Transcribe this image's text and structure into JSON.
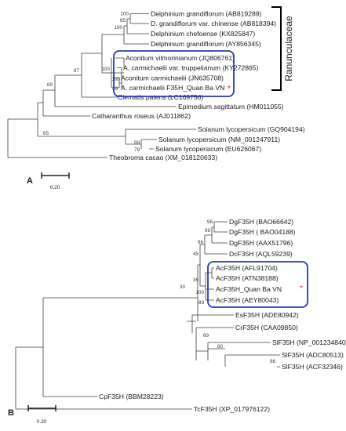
{
  "panel_a": {
    "letter": "A",
    "scale_label": "0.20",
    "group_label": "Ranunculaceae",
    "taxa": [
      {
        "key": "dg1",
        "label": "Delphinium grandiflorum (AB819289)"
      },
      {
        "key": "dgc",
        "label": "D. grandiflorum var. chinense (AB818394)"
      },
      {
        "key": "dch",
        "label": "Delphinium chefoense (KX825847)"
      },
      {
        "key": "dg2",
        "label": "Delphinium grandiflorum (AY856345)"
      },
      {
        "key": "avi",
        "label": "Aconitum vilmorinianum (JQ806761)"
      },
      {
        "key": "act",
        "label": "A. carmichaelii var. truppelianum (KY272865)"
      },
      {
        "key": "aca",
        "label": "Aconitum carmichaelii (JN635708)"
      },
      {
        "key": "aqb",
        "label": "A. carmichaelii F35H_Quan Ba VN",
        "marked": true
      },
      {
        "key": "cle",
        "label": "Clematis patens (LC169756)"
      },
      {
        "key": "epi",
        "label": "Epimedium sagittatum (HM011055)"
      },
      {
        "key": "cat",
        "label": "Catharanthus roseus (AJ011862)"
      },
      {
        "key": "sl1",
        "label": "Solanum lycopersicum (GQ904194)"
      },
      {
        "key": "sl2",
        "label": "Solanum lycopersicum (NM_001247911)"
      },
      {
        "key": "sl3",
        "label": "Solanum lycopersicum (EU626067)"
      },
      {
        "key": "the",
        "label": "Theobroma cacao (XM_018120633)"
      }
    ],
    "bootstraps": [
      {
        "key": "b1",
        "value": "100"
      },
      {
        "key": "b2",
        "value": "95"
      },
      {
        "key": "b3",
        "value": "100"
      },
      {
        "key": "b4",
        "value": "100"
      },
      {
        "key": "b5",
        "value": "100"
      },
      {
        "key": "b6",
        "value": "99"
      },
      {
        "key": "b7",
        "value": "97"
      },
      {
        "key": "b8",
        "value": "69"
      },
      {
        "key": "b9",
        "value": "65"
      },
      {
        "key": "b10",
        "value": "99"
      },
      {
        "key": "b11",
        "value": "79"
      }
    ]
  },
  "panel_b": {
    "letter": "B",
    "scale_label": "0.20",
    "taxa": [
      {
        "key": "dg1",
        "label": "DgF35H (BAO66642)"
      },
      {
        "key": "dg2",
        "label": "DgF35H ( BAO04188)"
      },
      {
        "key": "dg3",
        "label": "DgF35H (AAX51796)"
      },
      {
        "key": "dc",
        "label": "DcF35H (AQL59239)"
      },
      {
        "key": "ac1",
        "label": "AcF35H (AFL91704)"
      },
      {
        "key": "ac2",
        "label": "AcF35H (ATN38188)"
      },
      {
        "key": "acq",
        "label": "AcF35H_Quan Ba VN",
        "marked": true
      },
      {
        "key": "ac3",
        "label": "AcF35H (AEY80043)"
      },
      {
        "key": "es",
        "label": "EsF35H (ADE80942)"
      },
      {
        "key": "cr",
        "label": "CrF35H (CAA09850)"
      },
      {
        "key": "sl1",
        "label": "SlF35H (NP_001234840)"
      },
      {
        "key": "sl2",
        "label": "SlF35H (ADC80513)"
      },
      {
        "key": "sl3",
        "label": "SlF35H (ACF32346)"
      },
      {
        "key": "cp",
        "label": "CpF35H (BBM28223)"
      },
      {
        "key": "tc",
        "label": "TcF35H (XP_017976122)"
      }
    ],
    "bootstraps": [
      {
        "key": "b1",
        "value": "98"
      },
      {
        "key": "b2",
        "value": "99"
      },
      {
        "key": "b3",
        "value": "96"
      },
      {
        "key": "b4",
        "value": "45"
      },
      {
        "key": "b5",
        "value": "36"
      },
      {
        "key": "b6",
        "value": "100"
      },
      {
        "key": "b7",
        "value": "89"
      },
      {
        "key": "b8",
        "value": "30"
      },
      {
        "key": "b9",
        "value": "69"
      },
      {
        "key": "b10",
        "value": "80"
      },
      {
        "key": "b11",
        "value": "98"
      }
    ]
  },
  "marker": "*",
  "colors": {
    "highlight_box": "#2b38b8",
    "marker": "#e02020",
    "branch": "#3c3c3c"
  }
}
